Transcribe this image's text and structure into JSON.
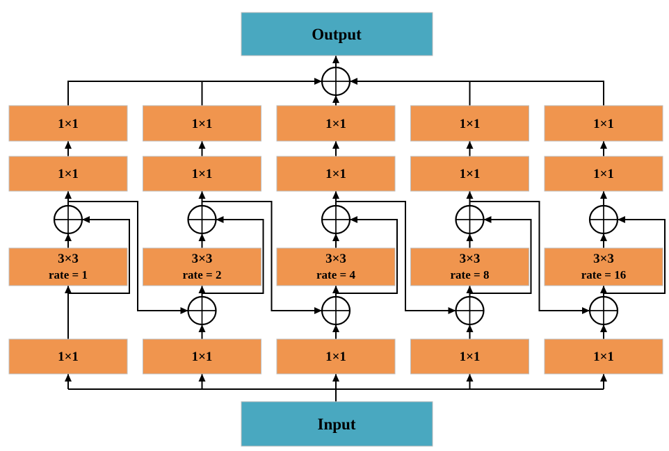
{
  "io": {
    "output_label": "Output",
    "input_label": "Input"
  },
  "columns": [
    {
      "top_conv": "1×1",
      "mid_conv": "1×1",
      "atrous_conv": "3×3",
      "atrous_rate": "rate = 1",
      "bottom_conv": "1×1"
    },
    {
      "top_conv": "1×1",
      "mid_conv": "1×1",
      "atrous_conv": "3×3",
      "atrous_rate": "rate = 2",
      "bottom_conv": "1×1"
    },
    {
      "top_conv": "1×1",
      "mid_conv": "1×1",
      "atrous_conv": "3×3",
      "atrous_rate": "rate = 4",
      "bottom_conv": "1×1"
    },
    {
      "top_conv": "1×1",
      "mid_conv": "1×1",
      "atrous_conv": "3×3",
      "atrous_rate": "rate = 8",
      "bottom_conv": "1×1"
    },
    {
      "top_conv": "1×1",
      "mid_conv": "1×1",
      "atrous_conv": "3×3",
      "atrous_rate": "rate = 16",
      "bottom_conv": "1×1"
    }
  ],
  "icons": {
    "sum_node": "circle-plus"
  },
  "colors": {
    "conv_box": "#F0954E",
    "io_box": "#49A8C0",
    "line": "#000000",
    "box_border": "#BDBDBD",
    "background": "#FFFFFF"
  }
}
